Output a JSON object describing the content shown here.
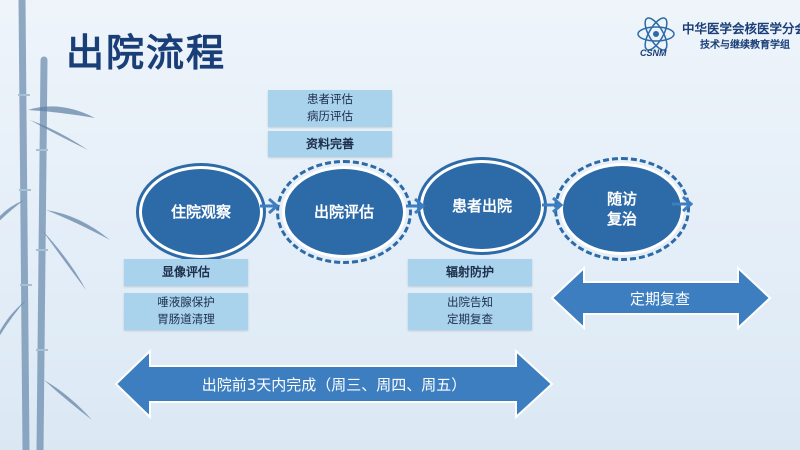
{
  "title": "出院流程",
  "logo": {
    "name": "中华医学会核医学分会",
    "subtitle": "技术与继续教育学组",
    "mark_text": "CSNM"
  },
  "top_boxes": {
    "assessment": [
      "患者评估",
      "病历评估"
    ],
    "records": "资料完善"
  },
  "nodes": [
    {
      "label": "住院观察",
      "style": "solid"
    },
    {
      "label": "出院评估",
      "style": "dashed"
    },
    {
      "label": "患者出院",
      "style": "solid"
    },
    {
      "label_lines": [
        "随访",
        "复治"
      ],
      "style": "dashed"
    }
  ],
  "bottom_boxes": {
    "imaging": "显像评估",
    "protection_list": [
      "唾液腺保护",
      "胃肠道清理"
    ],
    "radiation": "辐射防护",
    "notice_list": [
      "出院告知",
      "定期复查"
    ]
  },
  "arrows": {
    "regular_review": "定期复查",
    "completion_window": "出院前3天内完成（周三、周四、周五）"
  },
  "colors": {
    "primary": "#2c6aa8",
    "box": "#a9d2ec",
    "title": "#1a3f78",
    "arrow": "#3d7ec0"
  }
}
